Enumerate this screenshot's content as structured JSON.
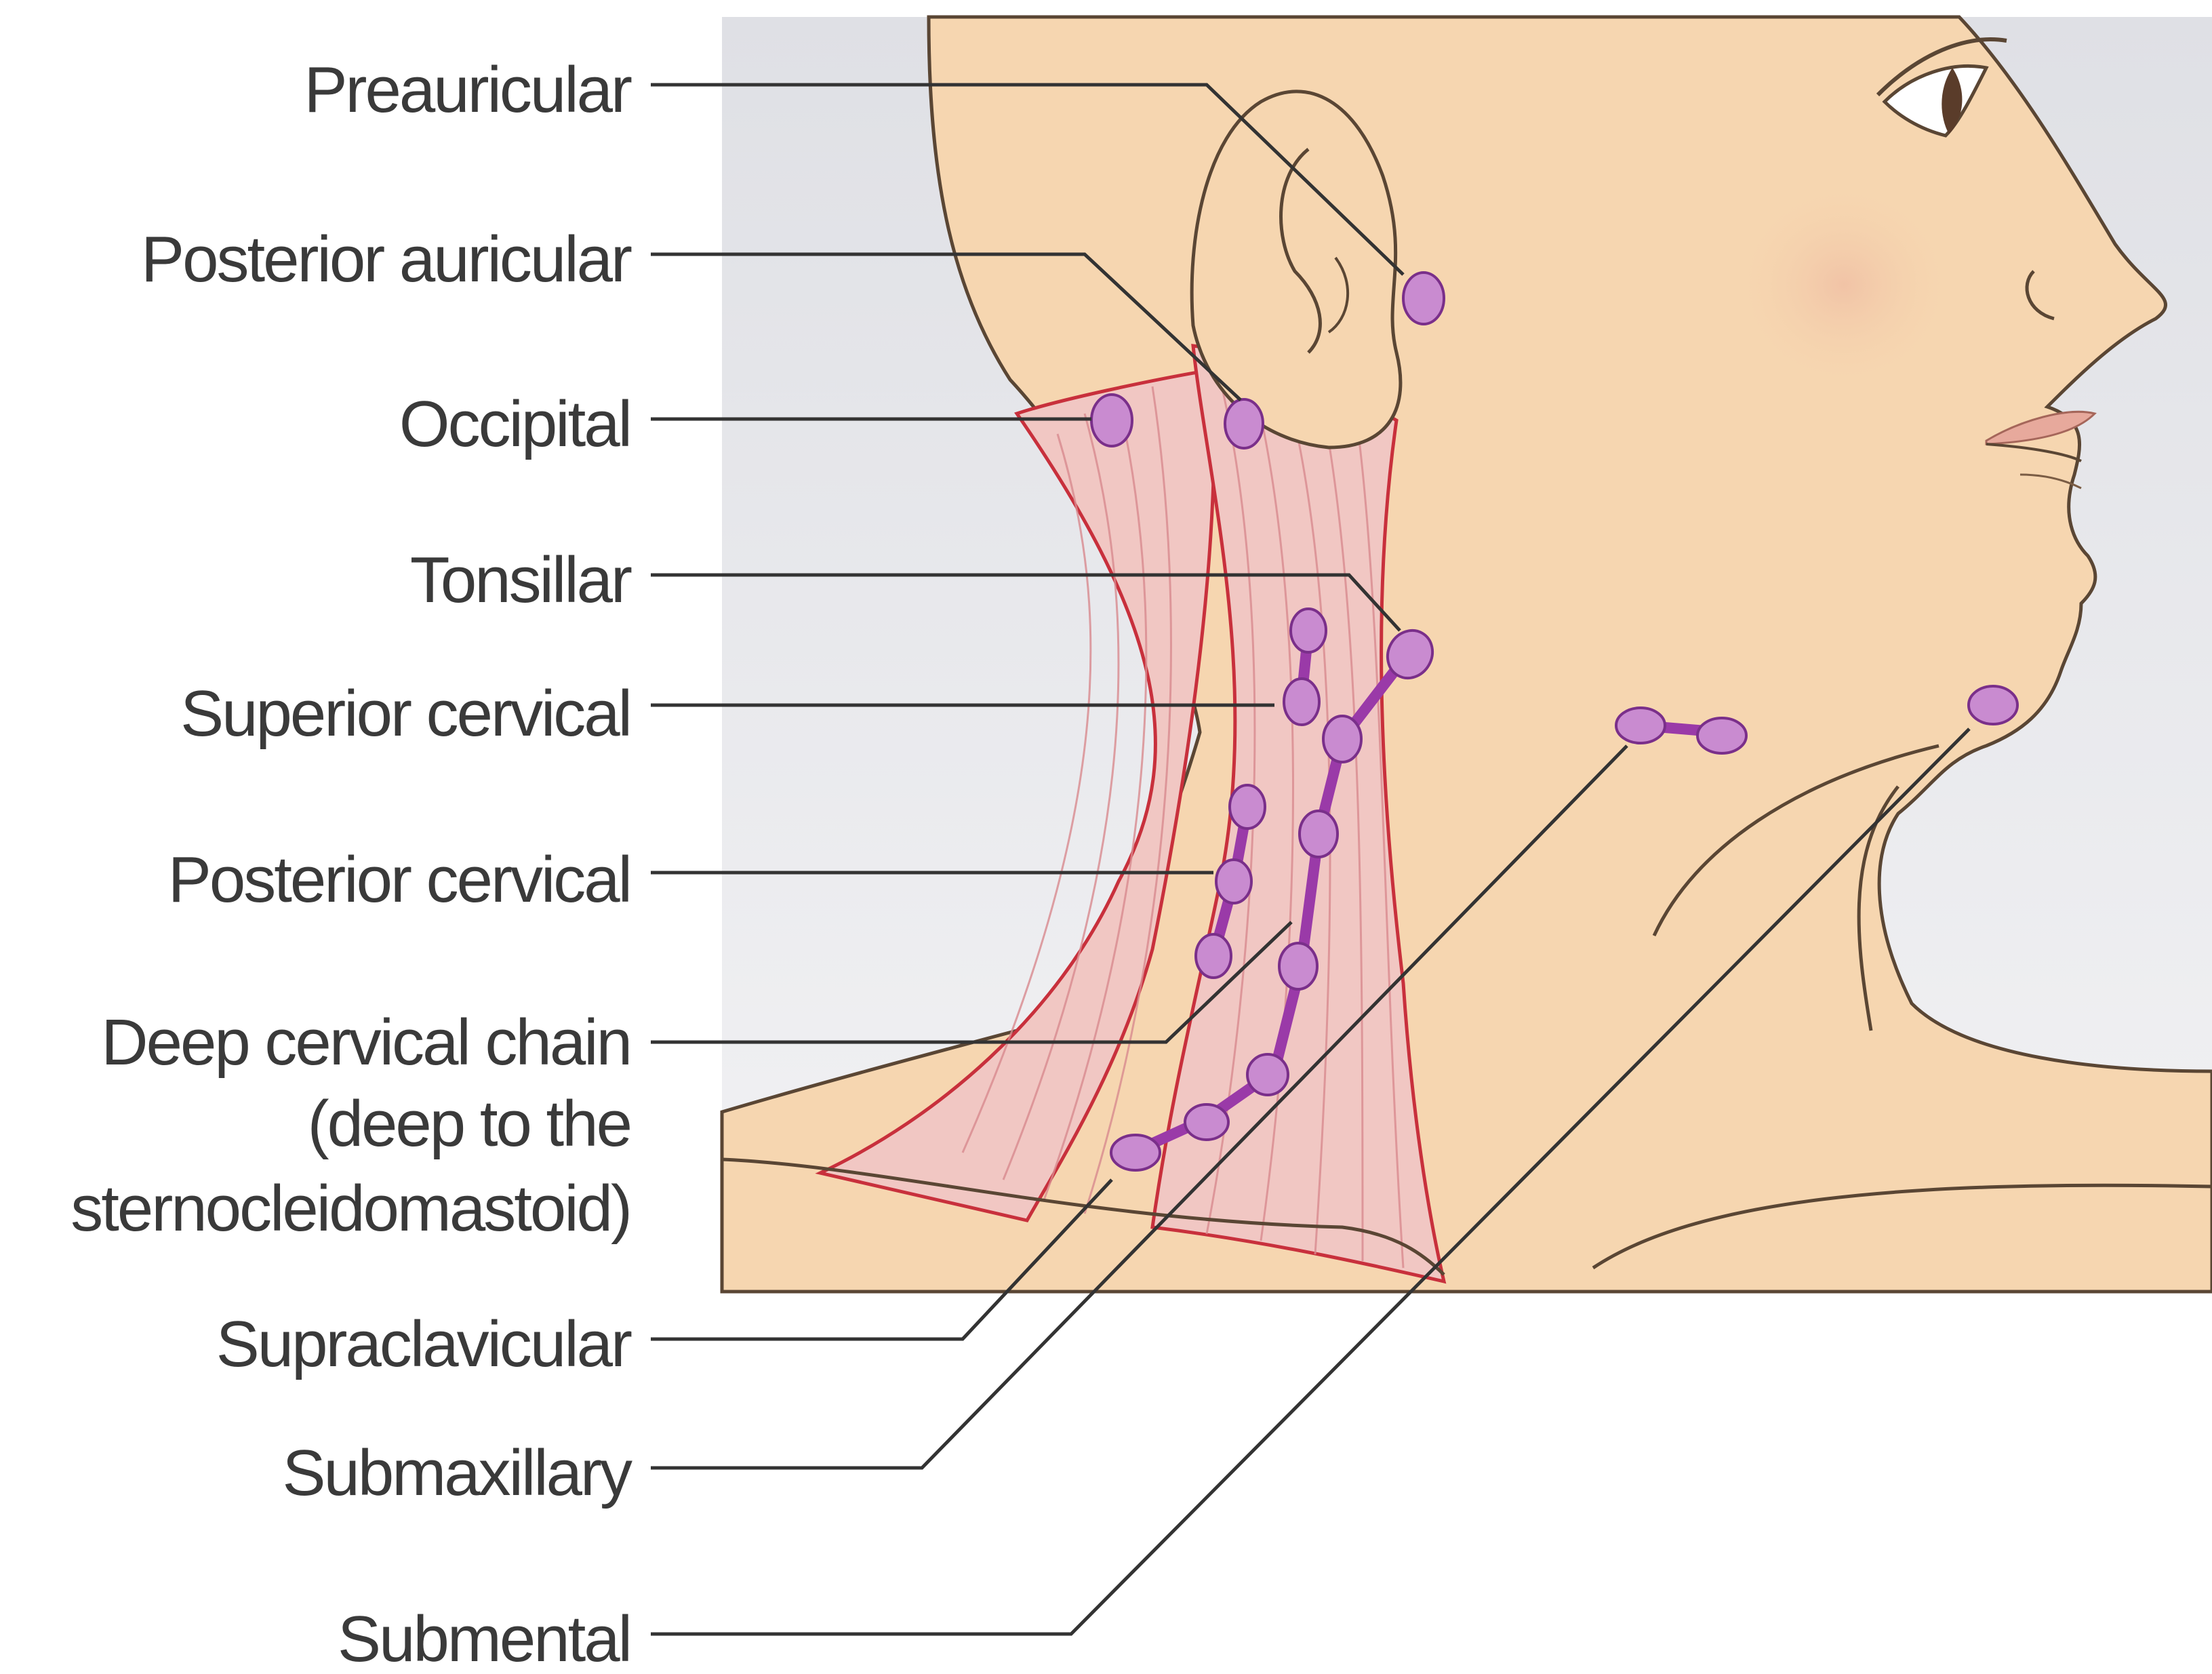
{
  "labels": {
    "preauricular": "Preauricular",
    "posterior_auricular": "Posterior auricular",
    "occipital": "Occipital",
    "tonsillar": "Tonsillar",
    "superior_cervical": "Superior cervical",
    "posterior_cervical": "Posterior cervical",
    "deep_cervical_line1": "Deep cervical chain",
    "deep_cervical_line2": "(deep to the",
    "deep_cervical_line3": "sternocleidomastoid)",
    "supraclavicular": "Supraclavicular",
    "submaxillary": "Submaxillary",
    "submental": "Submental"
  },
  "colors": {
    "skin": "#f6d6b0",
    "skin_outline": "#5a4634",
    "muscle": "#f1c7c3",
    "muscle_line": "#c8303c",
    "lymph_node": "#c98bd0",
    "lymph_chain": "#9a3aa8",
    "background_panel": "#e6e7eb",
    "label_text": "#3a3a3a"
  }
}
